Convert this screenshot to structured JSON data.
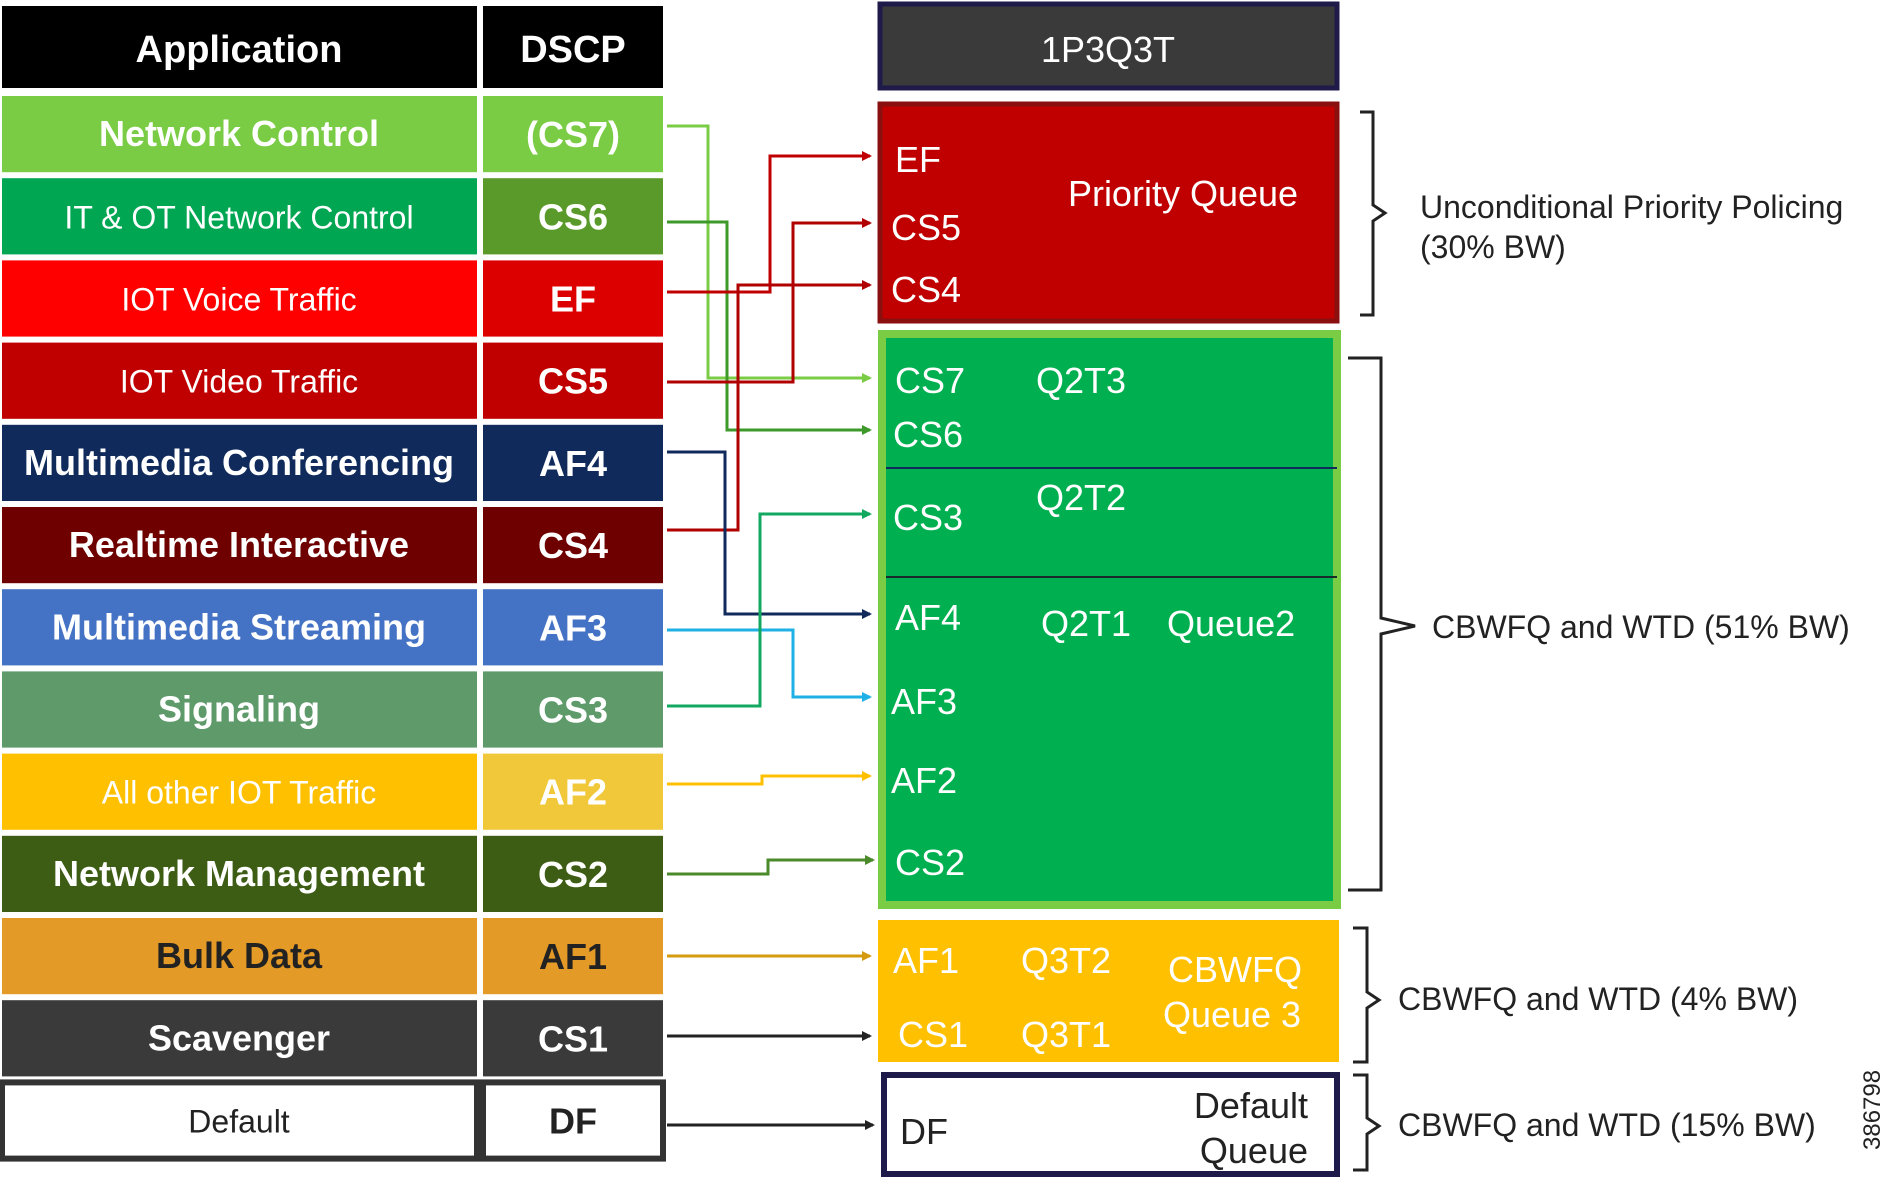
{
  "header": {
    "application": "Application",
    "dscp": "DSCP",
    "scheme": "1P3Q3T"
  },
  "rows": [
    {
      "app": "Network Control",
      "dscp": "(CS7)",
      "app_bg": "#7acc44",
      "dscp_bg": "#7acc44",
      "text": "#ffffff"
    },
    {
      "app": "IT & OT Network Control",
      "dscp": "CS6",
      "app_bg": "#00a651",
      "dscp_bg": "#5a9a2a",
      "text": "#ffffff"
    },
    {
      "app": "IOT Voice Traffic",
      "dscp": "EF",
      "app_bg": "#ff0000",
      "dscp_bg": "#dd0000",
      "text": "#ffffff"
    },
    {
      "app": "IOT Video Traffic",
      "dscp": "CS5",
      "app_bg": "#c00000",
      "dscp_bg": "#c00000",
      "text": "#ffffff"
    },
    {
      "app": "Multimedia Conferencing",
      "dscp": "AF4",
      "app_bg": "#102a5c",
      "dscp_bg": "#102a5c",
      "text": "#ffffff"
    },
    {
      "app": "Realtime Interactive",
      "dscp": "CS4",
      "app_bg": "#6e0000",
      "dscp_bg": "#6e0000",
      "text": "#ffffff"
    },
    {
      "app": "Multimedia Streaming",
      "dscp": "AF3",
      "app_bg": "#4472c4",
      "dscp_bg": "#4472c4",
      "text": "#ffffff"
    },
    {
      "app": "Signaling",
      "dscp": "CS3",
      "app_bg": "#5e9a6a",
      "dscp_bg": "#5e9a6a",
      "text": "#ffffff"
    },
    {
      "app": "All other IOT  Traffic",
      "dscp": "AF2",
      "app_bg": "#ffc000",
      "dscp_bg": "#f0c83a",
      "text": "#ffffff"
    },
    {
      "app": "Network Management",
      "dscp": "CS2",
      "app_bg": "#3d5c14",
      "dscp_bg": "#3d5c14",
      "text": "#ffffff"
    },
    {
      "app": "Bulk Data",
      "dscp": "AF1",
      "app_bg": "#e49a26",
      "dscp_bg": "#e49a26",
      "text": "#222222"
    },
    {
      "app": "Scavenger",
      "dscp": "CS1",
      "app_bg": "#3a3a3a",
      "dscp_bg": "#3a3a3a",
      "text": "#ffffff"
    },
    {
      "app": "Default",
      "dscp": "DF",
      "app_bg": "#ffffff",
      "dscp_bg": "#ffffff",
      "text": "#222222"
    }
  ],
  "priority_queue": {
    "title": "Priority Queue",
    "classes": [
      "EF",
      "CS5",
      "CS4"
    ],
    "color": "#c00000"
  },
  "queue2": {
    "title": "Queue2",
    "color": "#00b050",
    "thresholds": [
      "Q2T3",
      "Q2T2",
      "Q2T1"
    ],
    "classes": [
      "CS7",
      "CS6",
      "CS3",
      "AF4",
      "AF3",
      "AF2",
      "CS2"
    ]
  },
  "queue3": {
    "title_line1": "CBWFQ",
    "title_line2": "Queue 3",
    "color": "#ffc000",
    "thresholds": [
      "Q3T2",
      "Q3T1"
    ],
    "classes": [
      "AF1",
      "CS1"
    ]
  },
  "default_queue": {
    "title_line1": "Default",
    "title_line2": "Queue",
    "classes": [
      "DF"
    ]
  },
  "annotations": {
    "priority_line1": "Unconditional Priority Policing",
    "priority_line2": "(30% BW)",
    "queue2": "CBWFQ and WTD (51% BW)",
    "queue3": "CBWFQ and WTD (4% BW)",
    "default": "CBWFQ and WTD (15% BW)"
  },
  "figure_id": "386798",
  "arrow_colors": {
    "cs7": "#7acc44",
    "cs6": "#3d9a2a",
    "ef": "#c00000",
    "cs5": "#b00000",
    "af4": "#102a5c",
    "cs4": "#b00000",
    "af3": "#1fb0e6",
    "cs3": "#13a860",
    "af2": "#ffc000",
    "cs2": "#4a8a2a",
    "af1": "#d49a10",
    "cs1": "#222222",
    "df": "#222222"
  }
}
